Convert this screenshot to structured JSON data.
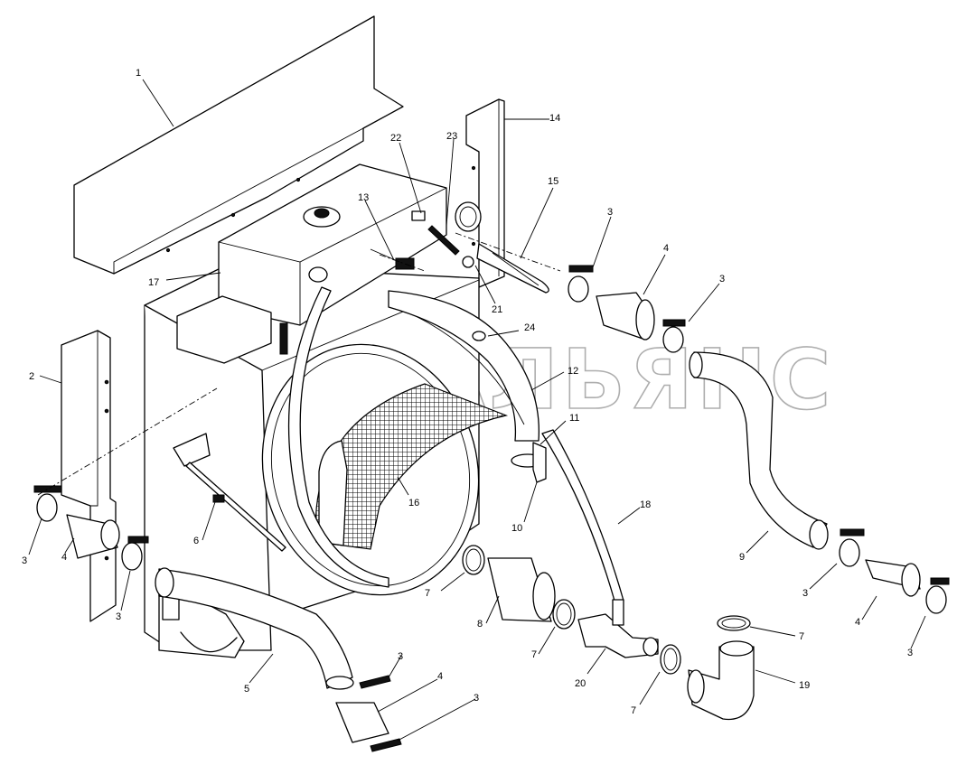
{
  "watermark": "АВТОАЛЬЯНС",
  "callouts": [
    {
      "id": "c1",
      "label": "1"
    },
    {
      "id": "c2",
      "label": "2"
    },
    {
      "id": "c3a",
      "label": "3"
    },
    {
      "id": "c3b",
      "label": "3"
    },
    {
      "id": "c3c",
      "label": "3"
    },
    {
      "id": "c3d",
      "label": "3"
    },
    {
      "id": "c3e",
      "label": "3"
    },
    {
      "id": "c3f",
      "label": "3"
    },
    {
      "id": "c3g",
      "label": "3"
    },
    {
      "id": "c3h",
      "label": "3"
    },
    {
      "id": "c4a",
      "label": "4"
    },
    {
      "id": "c4b",
      "label": "4"
    },
    {
      "id": "c4c",
      "label": "4"
    },
    {
      "id": "c4d",
      "label": "4"
    },
    {
      "id": "c5",
      "label": "5"
    },
    {
      "id": "c6",
      "label": "6"
    },
    {
      "id": "c7a",
      "label": "7"
    },
    {
      "id": "c7b",
      "label": "7"
    },
    {
      "id": "c7c",
      "label": "7"
    },
    {
      "id": "c7d",
      "label": "7"
    },
    {
      "id": "c8",
      "label": "8"
    },
    {
      "id": "c9",
      "label": "9"
    },
    {
      "id": "c10",
      "label": "10"
    },
    {
      "id": "c11",
      "label": "11"
    },
    {
      "id": "c12",
      "label": "12"
    },
    {
      "id": "c13",
      "label": "13"
    },
    {
      "id": "c14",
      "label": "14"
    },
    {
      "id": "c15",
      "label": "15"
    },
    {
      "id": "c16",
      "label": "16"
    },
    {
      "id": "c17",
      "label": "17"
    },
    {
      "id": "c18",
      "label": "18"
    },
    {
      "id": "c19",
      "label": "19"
    },
    {
      "id": "c20",
      "label": "20"
    },
    {
      "id": "c21",
      "label": "21"
    },
    {
      "id": "c22",
      "label": "22"
    },
    {
      "id": "c23",
      "label": "23"
    },
    {
      "id": "c24",
      "label": "24"
    }
  ]
}
